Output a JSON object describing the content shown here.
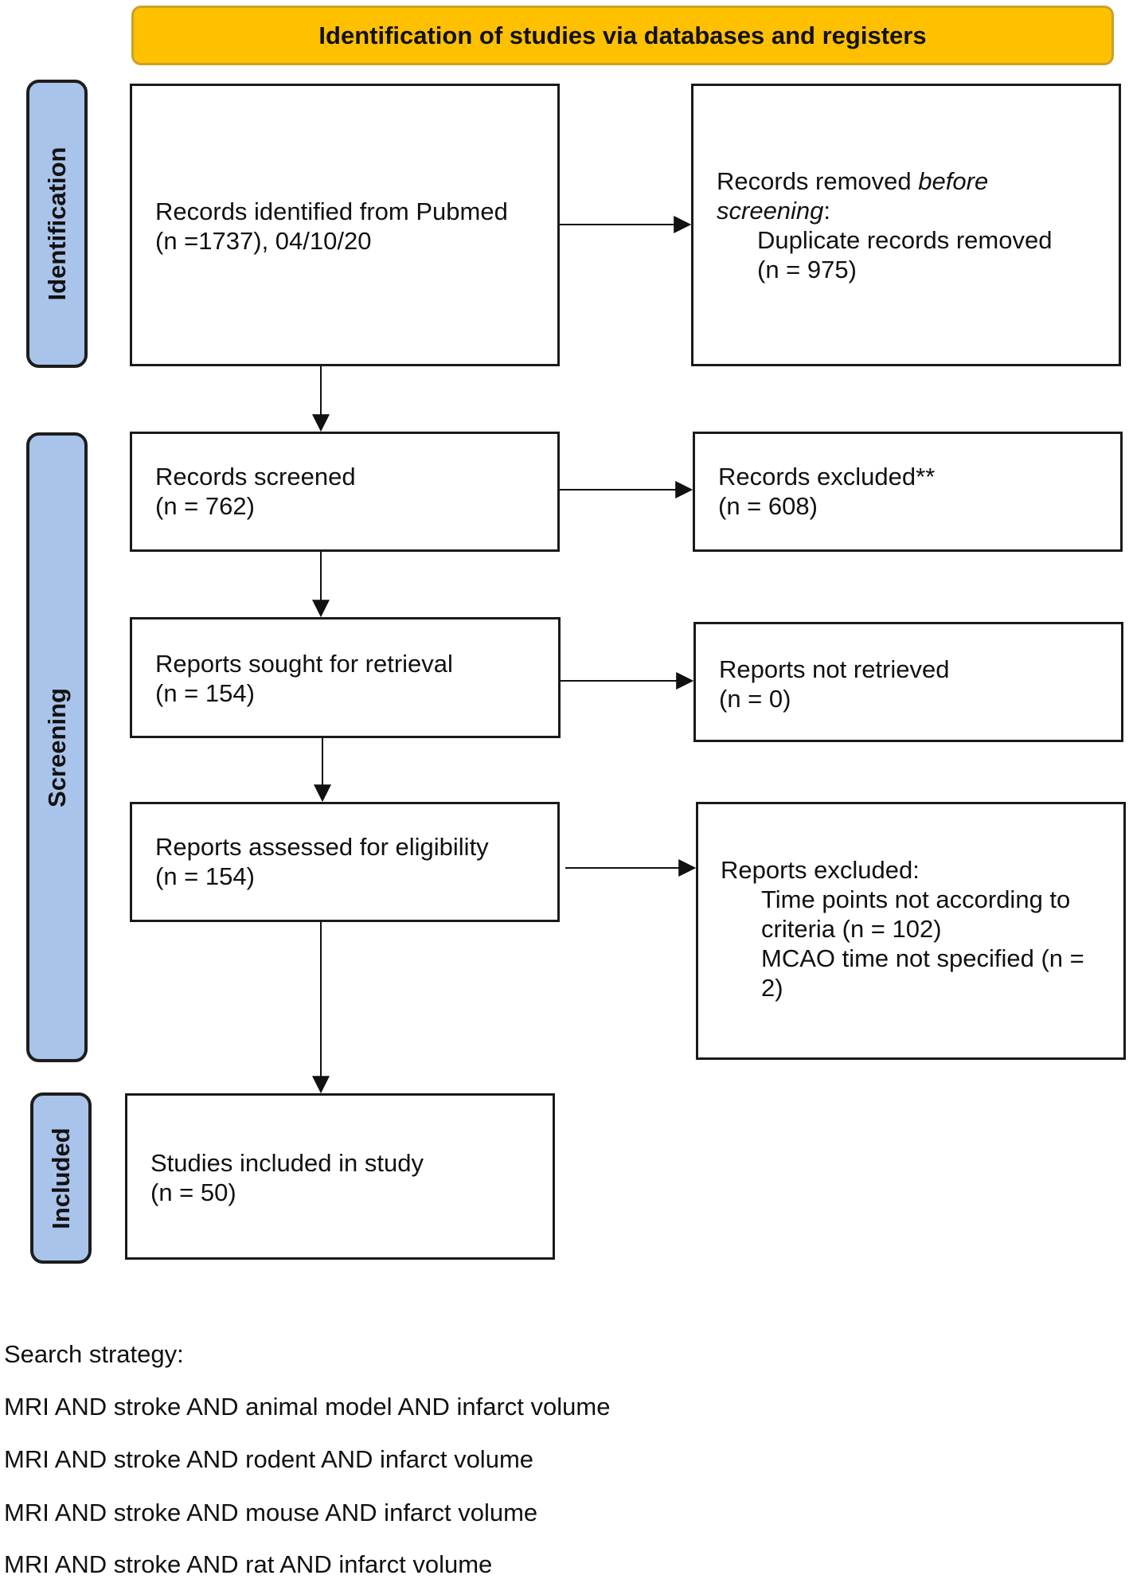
{
  "header": {
    "title": "Identification of studies via databases and registers"
  },
  "phases": {
    "identification": "Identification",
    "screening": "Screening",
    "included": "Included"
  },
  "boxes": {
    "records_identified": {
      "line1": "Records identified from Pubmed",
      "line2": "(n =1737), 04/10/20"
    },
    "records_removed": {
      "line1_prefix": "Records removed ",
      "line1_emphasis": "before",
      "line2_emphasis": "screening",
      "line2_suffix": ":",
      "detail_line1": "Duplicate records removed",
      "detail_line2": "(n = 975)"
    },
    "records_screened": {
      "line1": "Records screened",
      "line2": "(n = 762)"
    },
    "records_excluded": {
      "line1": "Records excluded**",
      "line2": "(n = 608)"
    },
    "reports_sought": {
      "line1": "Reports sought for retrieval",
      "line2": "(n = 154)"
    },
    "reports_not_retrieved": {
      "line1": "Reports not retrieved",
      "line2": "(n = 0)"
    },
    "reports_assessed": {
      "line1": "Reports assessed for eligibility",
      "line2": "(n = 154)"
    },
    "reports_excluded": {
      "line1": "Reports excluded:",
      "reason1_line1": "Time points not according to",
      "reason1_line2": "criteria (n = 102)",
      "reason2_line1": "MCAO time not specified (n =",
      "reason2_line2": "2)"
    },
    "studies_included": {
      "line1": "Studies included in study",
      "line2": "(n = 50)"
    }
  },
  "search_strategy": {
    "heading": "Search strategy:",
    "queries": [
      "MRI AND stroke AND animal model AND infarct volume",
      "MRI AND stroke AND rodent AND infarct volume",
      "MRI AND stroke AND mouse AND infarct volume",
      "MRI AND stroke AND rat AND infarct volume"
    ]
  },
  "colors": {
    "banner": "#FFC000",
    "phase_tab": "#A9C4EA",
    "outline": "#1a1a1a"
  }
}
